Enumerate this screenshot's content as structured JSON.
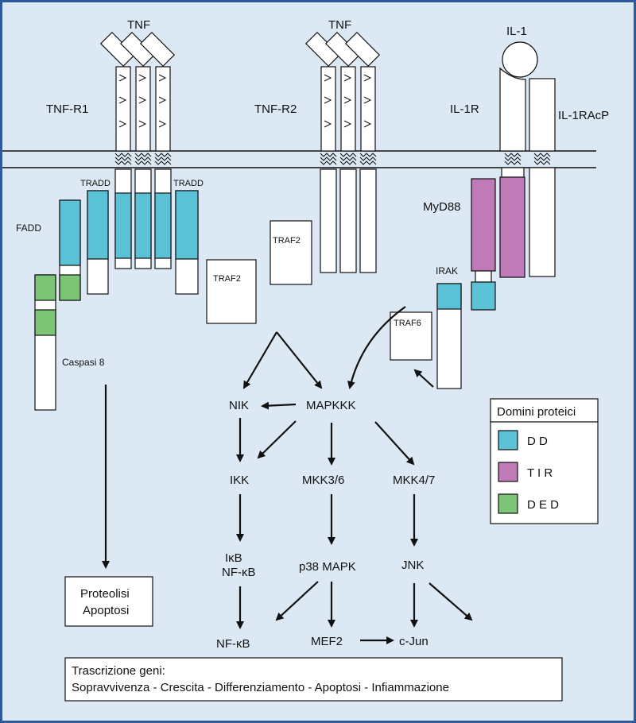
{
  "colors": {
    "background": "#dce8f4",
    "border": "#2e5a9c",
    "dd": "#5bc1d7",
    "tir": "#c07ab8",
    "ded": "#7cc576"
  },
  "ligands": {
    "tnf_1": "TNF",
    "tnf_2": "TNF",
    "il1": "IL-1"
  },
  "receptors": {
    "tnfr1": "TNF-R1",
    "tnfr2": "TNF-R2",
    "il1r": "IL-1R",
    "il1racp": "IL-1RAcP"
  },
  "adaptors": {
    "tradd_left": "TRADD",
    "tradd_right": "TRADD",
    "fadd": "FADD",
    "traf2_a": "TRAF2",
    "traf2_b": "TRAF2",
    "myd88": "MyD88",
    "irak": "IRAK",
    "traf6": "TRAF6",
    "caspase8": "Caspasi 8"
  },
  "pathway": {
    "nik": "NIK",
    "mapkkk": "MAPKKK",
    "ikk": "IKK",
    "mkk36": "MKK3/6",
    "mkk47": "MKK4/7",
    "ikb": "IκB",
    "nfkb_complex": "NF-κB",
    "p38": "p38  MAPK",
    "jnk": "JNK",
    "nfkb": "NF-κB",
    "mef2": "MEF2",
    "cjun": "c-Jun"
  },
  "outcome_apoptosis": {
    "line1": "Proteolisi",
    "line2": "Apoptosi"
  },
  "transcription": {
    "line1": "Trascrizione geni:",
    "line2": "Sopravvivenza - Crescita - Differenziamento - Apoptosi - Infiammazione"
  },
  "legend": {
    "title": "Domini proteici",
    "items": [
      {
        "label": "D D",
        "color": "#5bc1d7"
      },
      {
        "label": "T I R",
        "color": "#c07ab8"
      },
      {
        "label": "D E D",
        "color": "#7cc576"
      }
    ]
  }
}
